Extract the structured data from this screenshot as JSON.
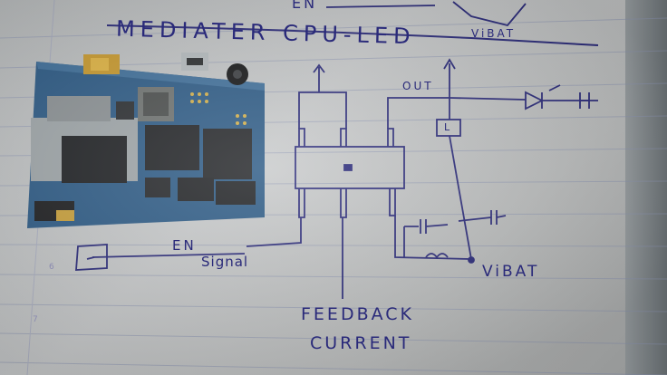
{
  "photo": {
    "title_text": "MEDIATER CPU-LED",
    "en_top_text": "EN",
    "vbat_top_text": "ViBAT",
    "out_text": "OUT",
    "inductor_text": "L",
    "en_text": "EN",
    "signal_text": "Signal",
    "vbat_text": "ViBAT",
    "feedback_text": "FEEDBACK",
    "current_text": "CURRENT",
    "margin_mark_1": "6",
    "margin_mark_2": "7"
  },
  "colors": {
    "ink": "#2a2a7a",
    "pcb": "#2d5a86",
    "paper": "#c3c5c6"
  }
}
